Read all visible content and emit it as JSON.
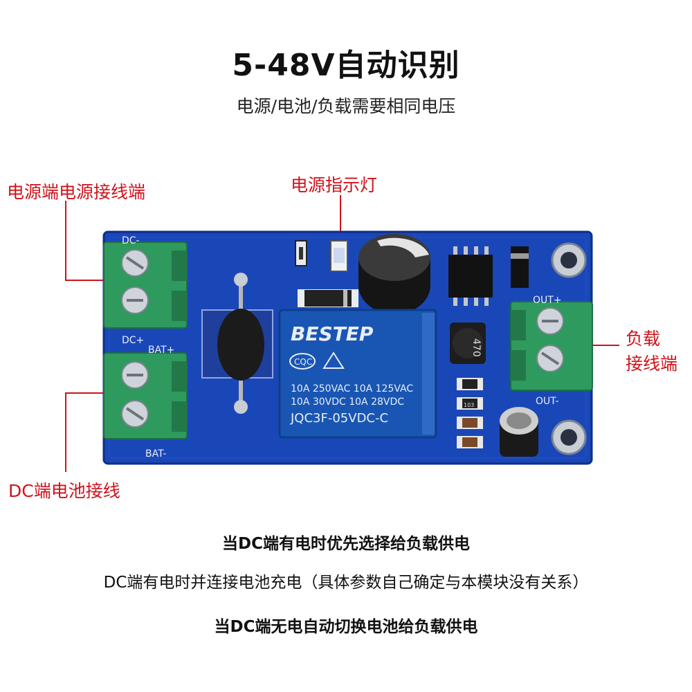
{
  "header": {
    "title": "5-48V自动识别",
    "subtitle": "电源/电池/负载需要相同电压"
  },
  "callouts": {
    "power_input": "电源端电源接线端",
    "power_indicator": "电源指示灯",
    "load_line1": "负载",
    "load_line2": "接线端",
    "battery": "DC端电池接线"
  },
  "board": {
    "silkscreen": {
      "dc_minus": "DC-",
      "dc_plus": "DC+",
      "bat_plus": "BAT+",
      "bat_minus": "BAT-",
      "out_plus": "OUT+",
      "out_minus": "OUT-"
    },
    "relay": {
      "brand": "BESTEP",
      "cert": "CQC",
      "line1": "10A 250VAC 10A 125VAC",
      "line2": "10A  30VDC 10A  28VDC",
      "model": "JQC3F-05VDC-C"
    },
    "inductor_marking": "470",
    "resistor_marking": "103",
    "colors": {
      "pcb": "#1a47b8",
      "terminal": "#2e9a5e",
      "callout": "#d0121b"
    }
  },
  "footer": {
    "line1": "当DC端有电时优先选择给负载供电",
    "line2": "DC端有电时并连接电池充电（具体参数自己确定与本模块没有关系）",
    "line3": "当DC端无电自动切换电池给负载供电"
  }
}
